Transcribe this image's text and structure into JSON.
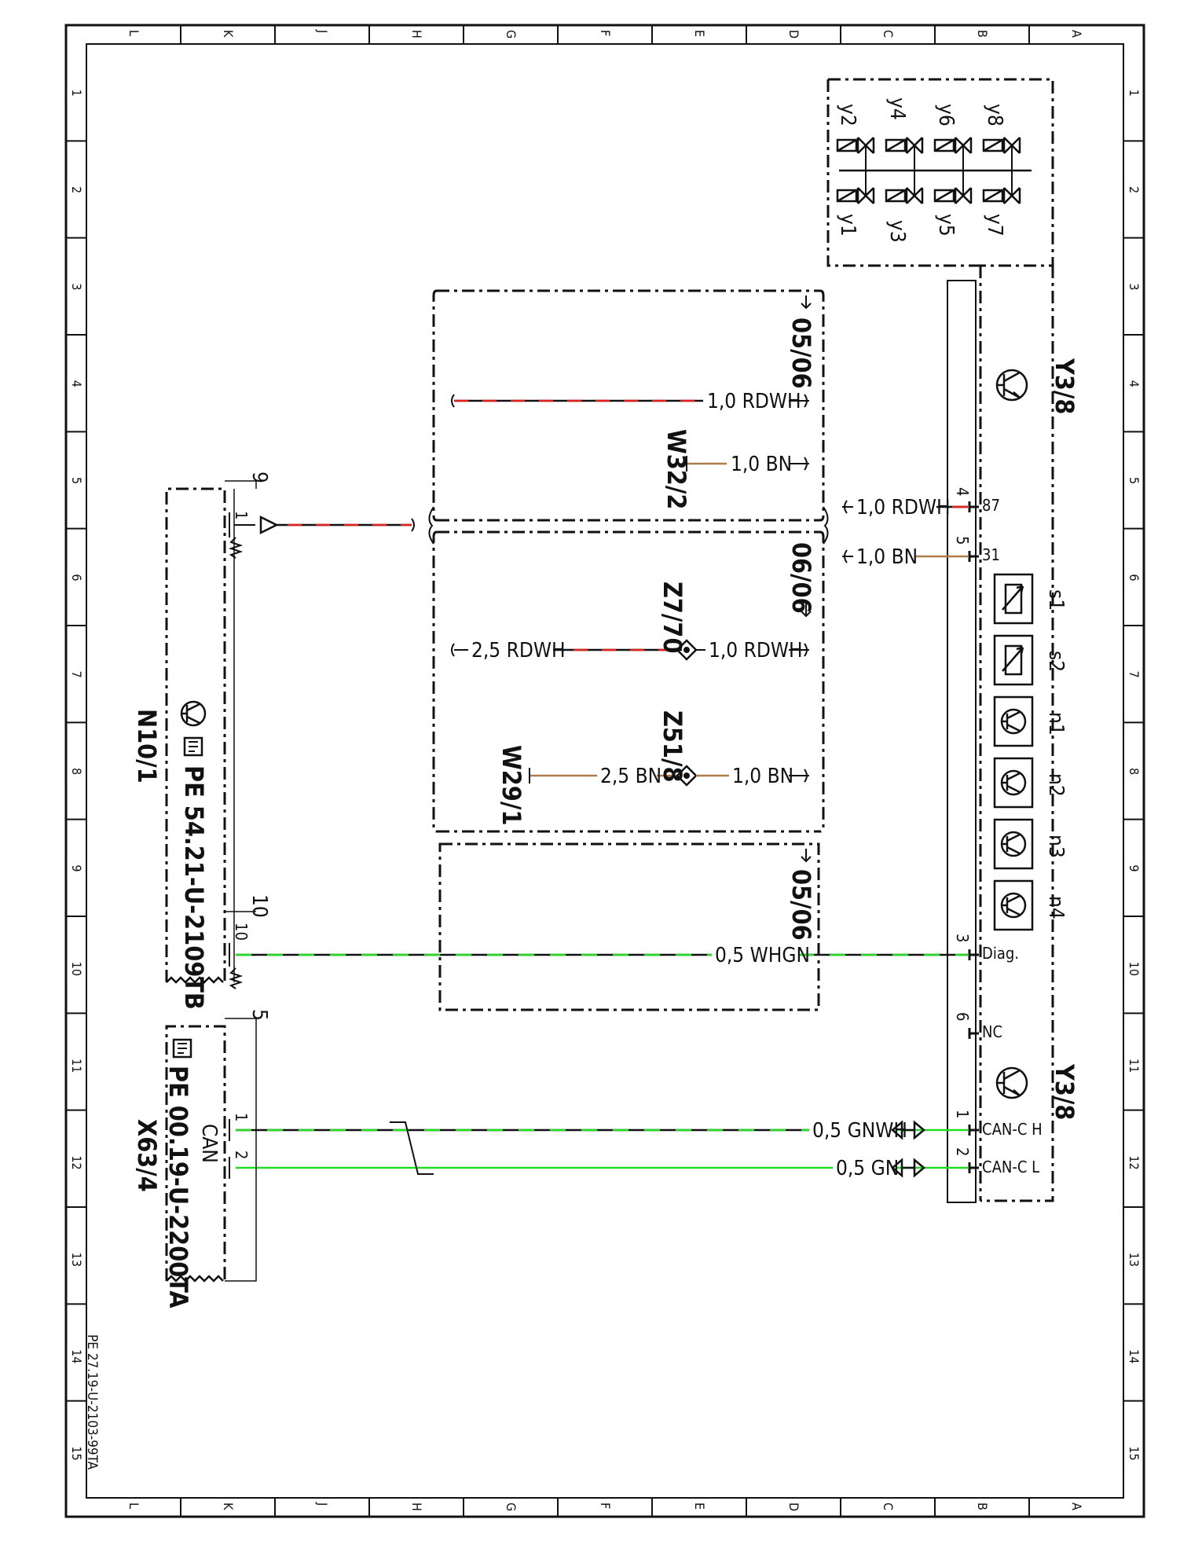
{
  "frame": {
    "cols": [
      "L",
      "K",
      "J",
      "H",
      "G",
      "F",
      "E",
      "D",
      "C",
      "B",
      "A"
    ],
    "rows": [
      "1",
      "2",
      "3",
      "4",
      "5",
      "6",
      "7",
      "8",
      "9",
      "10",
      "11",
      "12",
      "13",
      "14",
      "15"
    ],
    "doc_id": "PE 27.19-U-2103-99TA"
  },
  "modules": {
    "valve_block": {
      "valves_top": [
        "y2",
        "y4",
        "y6",
        "y8"
      ],
      "valves_bottom": [
        "y1",
        "y3",
        "y5",
        "y7"
      ]
    },
    "y38": {
      "title": "Y3/8",
      "title2": "Y3/8",
      "pins": [
        {
          "num": "4",
          "name": "87"
        },
        {
          "num": "5",
          "name": "31"
        },
        {
          "num": "3",
          "name": "Diag."
        },
        {
          "num": "6",
          "name": "NC"
        },
        {
          "num": "1",
          "name": "CAN-C H"
        },
        {
          "num": "2",
          "name": "CAN-C L"
        }
      ],
      "sensors": [
        "s1",
        "s2",
        "n1",
        "n2",
        "n3",
        "n4"
      ]
    },
    "n101": {
      "title": "N10/1",
      "ref": "PE 54.21-U-2109TB",
      "conn_upper": "9",
      "pin_upper": "1",
      "conn_lower": "10",
      "pin_lower": "10"
    },
    "x634": {
      "title": "X63/4",
      "ref": "PE 00.19-U-2200TA",
      "can": "CAN",
      "conn": "5",
      "pin1": "1",
      "pin2": "2"
    }
  },
  "boxes": {
    "top": "05/06",
    "mid": "06/06",
    "bottom": "05/06"
  },
  "components": {
    "w32": "W32/2",
    "z770": "Z7/70",
    "z518": "Z51/8",
    "w29": "W29/1"
  },
  "wires": {
    "top_rdwh": "1,0 RDWH",
    "w32_bn": "1,0 BN",
    "pin87": "1,0 RDWH",
    "pin31": "1,0 BN",
    "z770_in": "2,5 RDWH",
    "z770_out": "1,0 RDWH",
    "z518_in": "2,5 BN",
    "z518_out": "1,0 BN",
    "diag": "0,5 WHGN",
    "canh": "0,5 GNWH",
    "canl": "0,5 GN"
  },
  "colors": {
    "red": "#e0201c",
    "brown": "#b07a4a",
    "green": "#22dd22",
    "black": "#111111"
  }
}
